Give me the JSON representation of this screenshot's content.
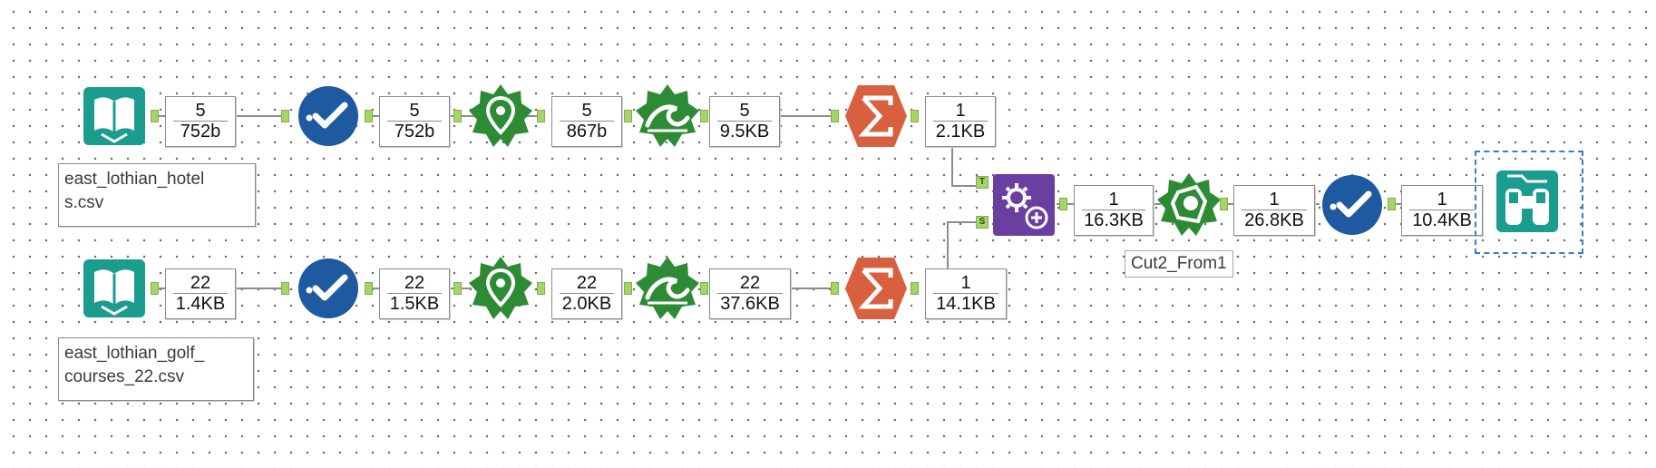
{
  "canvas": {
    "background": "#ffffff",
    "grid": "dotted"
  },
  "colors": {
    "input": "#1a9c8f",
    "select": "#1f5aa0",
    "spatial": "#2e8b35",
    "summarize": "#d9603f",
    "macro": "#6a3fa0",
    "anchor": "#a6d46b",
    "connection": "#8c8c8c",
    "selection": "#2f7fd0"
  },
  "tools": {
    "input1": {
      "icon": "book-input-icon",
      "annotation": "east_lothian_hotel\ns.csv"
    },
    "input2": {
      "icon": "book-input-icon",
      "annotation": "east_lothian_golf_\ncourses_22.csv"
    },
    "select1": {
      "icon": "checkmark-select-icon"
    },
    "select2": {
      "icon": "checkmark-select-icon"
    },
    "createpoints1": {
      "icon": "map-pin-icon"
    },
    "createpoints2": {
      "icon": "map-pin-icon"
    },
    "tradearea1": {
      "icon": "wave-tradearea-icon"
    },
    "tradearea2": {
      "icon": "wave-tradearea-icon"
    },
    "summarize1": {
      "icon": "sigma-summarize-icon"
    },
    "summarize2": {
      "icon": "sigma-summarize-icon"
    },
    "macro": {
      "icon": "gears-macro-icon",
      "anchor_top": "T",
      "anchor_bottom": "S"
    },
    "cut": {
      "icon": "spatial-cut-icon",
      "annotation": "Cut2_From1"
    },
    "select3": {
      "icon": "checkmark-select-icon"
    },
    "browse": {
      "icon": "binoculars-browse-icon"
    }
  },
  "counts": {
    "c1": {
      "records": "5",
      "size": "752b"
    },
    "c2": {
      "records": "5",
      "size": "752b"
    },
    "c3": {
      "records": "5",
      "size": "867b"
    },
    "c4": {
      "records": "5",
      "size": "9.5KB"
    },
    "c5": {
      "records": "1",
      "size": "2.1KB"
    },
    "c6": {
      "records": "22",
      "size": "1.4KB"
    },
    "c7": {
      "records": "22",
      "size": "1.5KB"
    },
    "c8": {
      "records": "22",
      "size": "2.0KB"
    },
    "c9": {
      "records": "22",
      "size": "37.6KB"
    },
    "c10": {
      "records": "1",
      "size": "14.1KB"
    },
    "c11": {
      "records": "1",
      "size": "16.3KB"
    },
    "c12": {
      "records": "1",
      "size": "26.8KB"
    },
    "c13": {
      "records": "1",
      "size": "10.4KB"
    }
  }
}
